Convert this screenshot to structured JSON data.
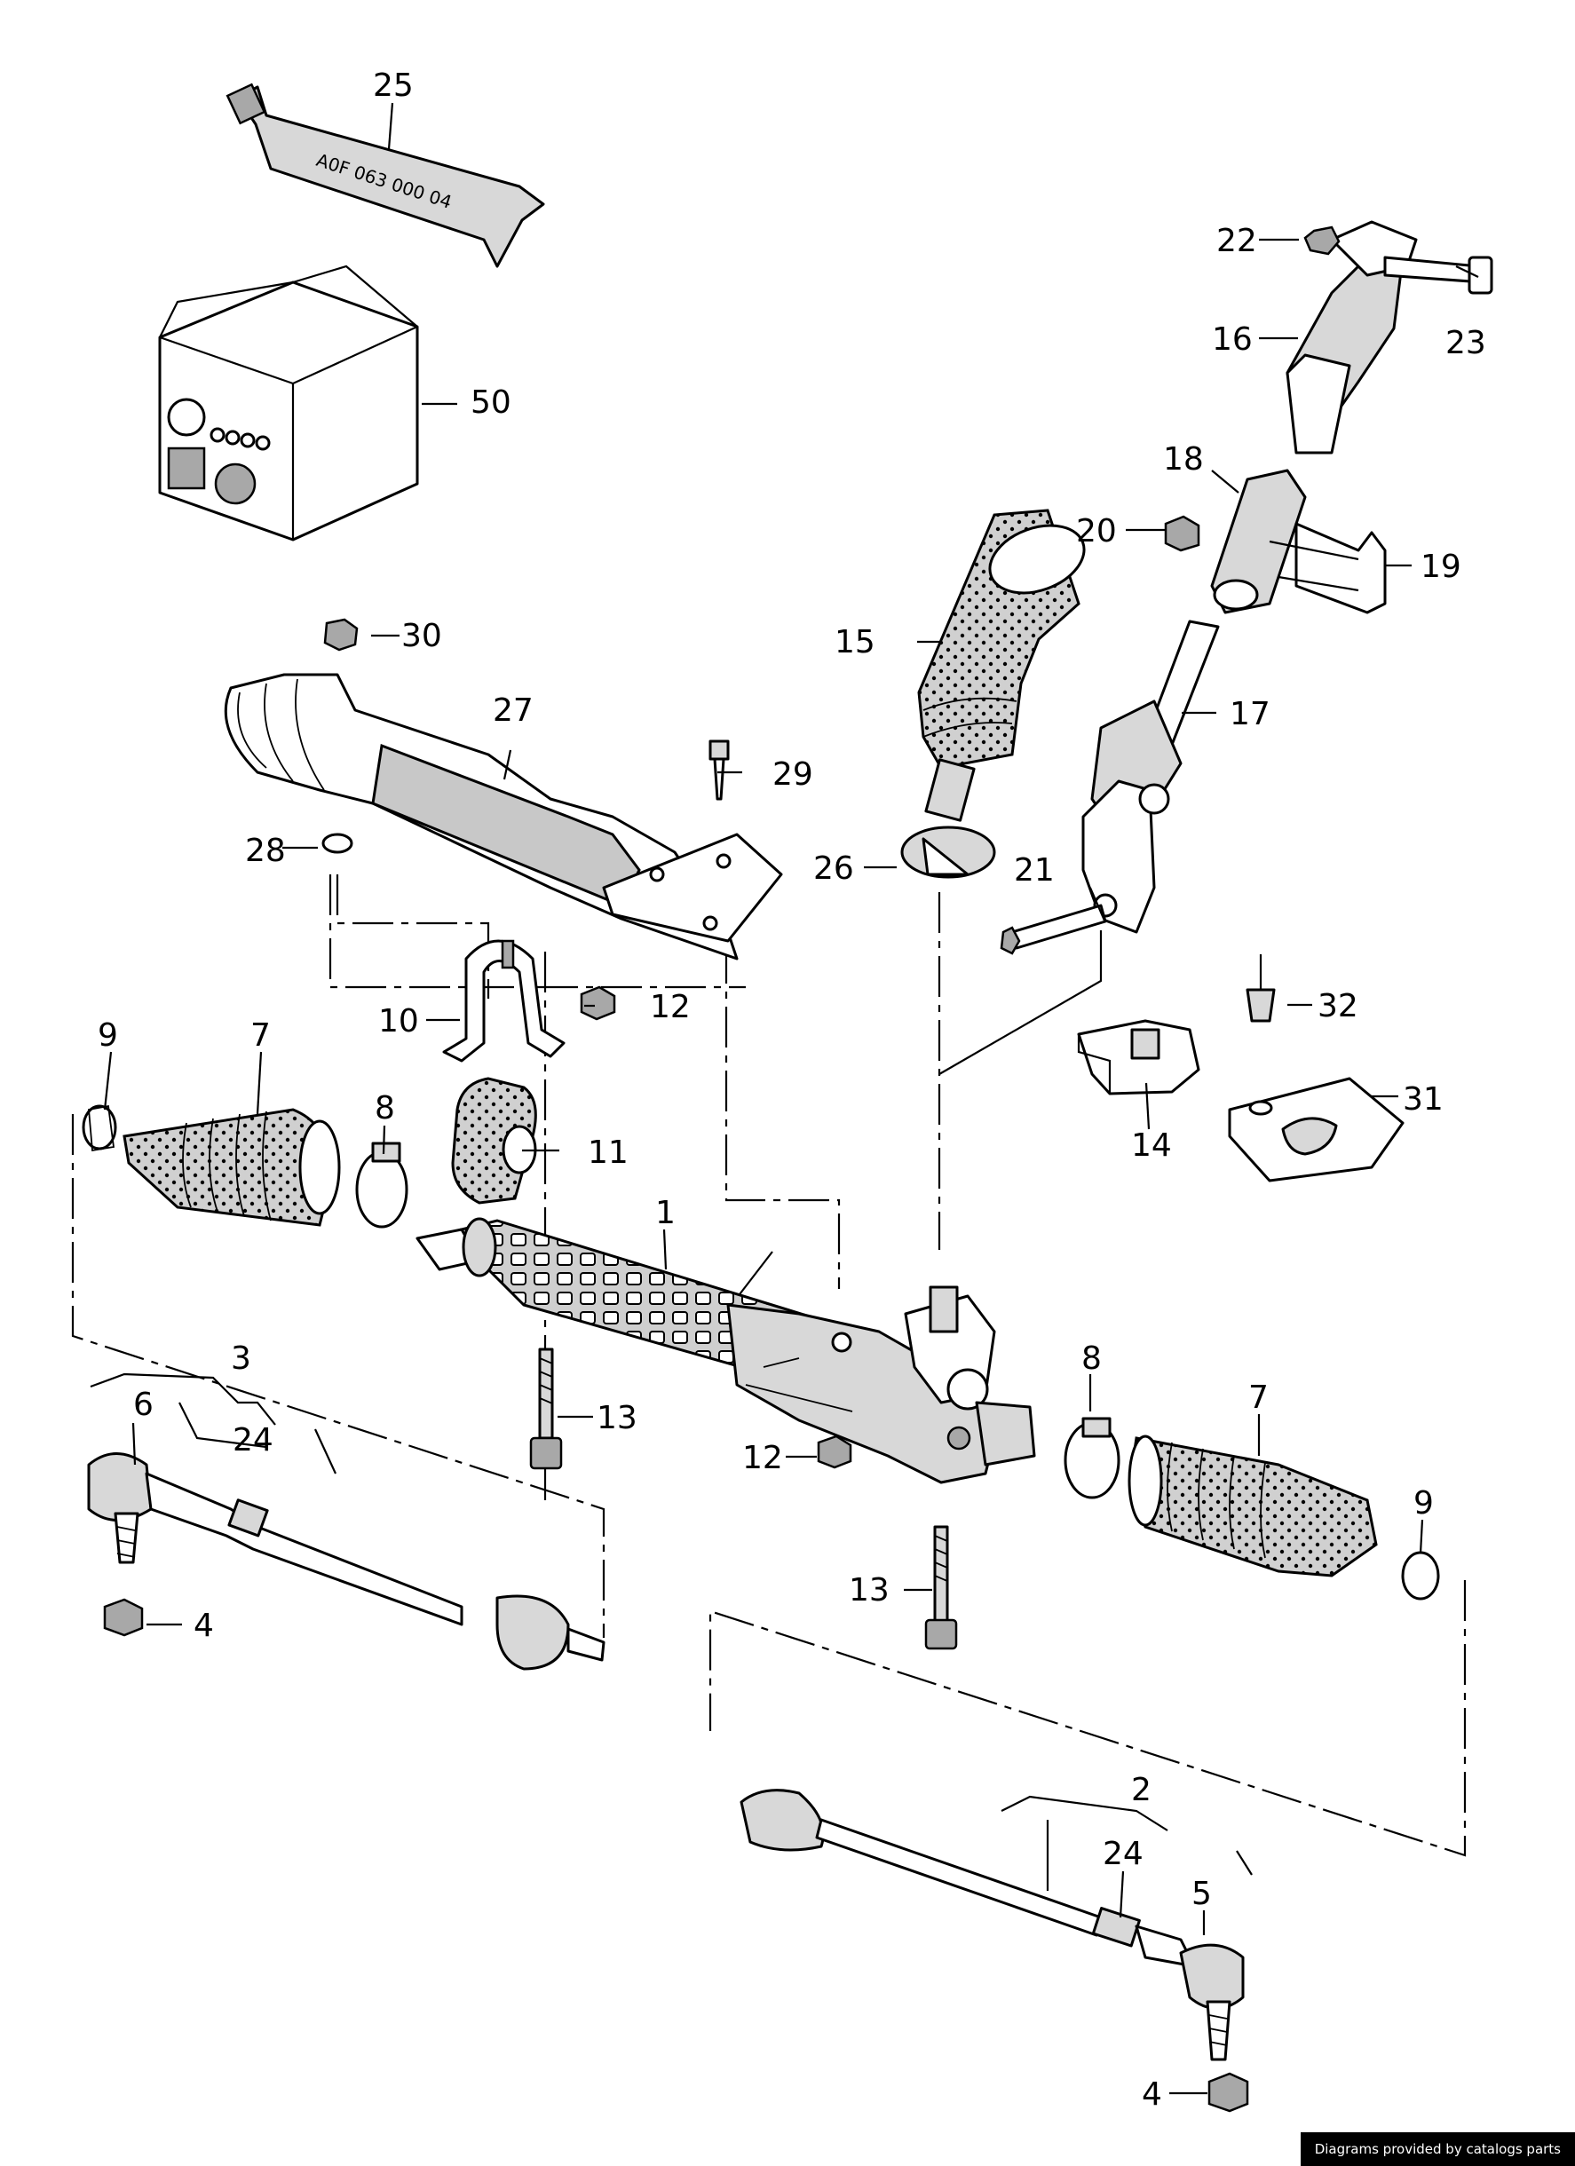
{
  "diagram": {
    "tube_marking": "A0F 063 000 04",
    "callouts": {
      "c1": "1",
      "c2": "2",
      "c3": "3",
      "c4a": "4",
      "c4b": "4",
      "c5": "5",
      "c6": "6",
      "c7a": "7",
      "c7b": "7",
      "c8a": "8",
      "c8b": "8",
      "c9a": "9",
      "c9b": "9",
      "c10": "10",
      "c11": "11",
      "c12a": "12",
      "c12b": "12",
      "c13a": "13",
      "c13b": "13",
      "c14": "14",
      "c15": "15",
      "c16": "16",
      "c17": "17",
      "c18": "18",
      "c19": "19",
      "c20": "20",
      "c21": "21",
      "c22": "22",
      "c23": "23",
      "c24a": "24",
      "c24b": "24",
      "c25": "25",
      "c26": "26",
      "c27": "27",
      "c28": "28",
      "c29": "29",
      "c30": "30",
      "c31": "31",
      "c32": "32",
      "c50": "50"
    }
  },
  "footer": {
    "credit": "Diagrams provided by catalogs parts"
  }
}
